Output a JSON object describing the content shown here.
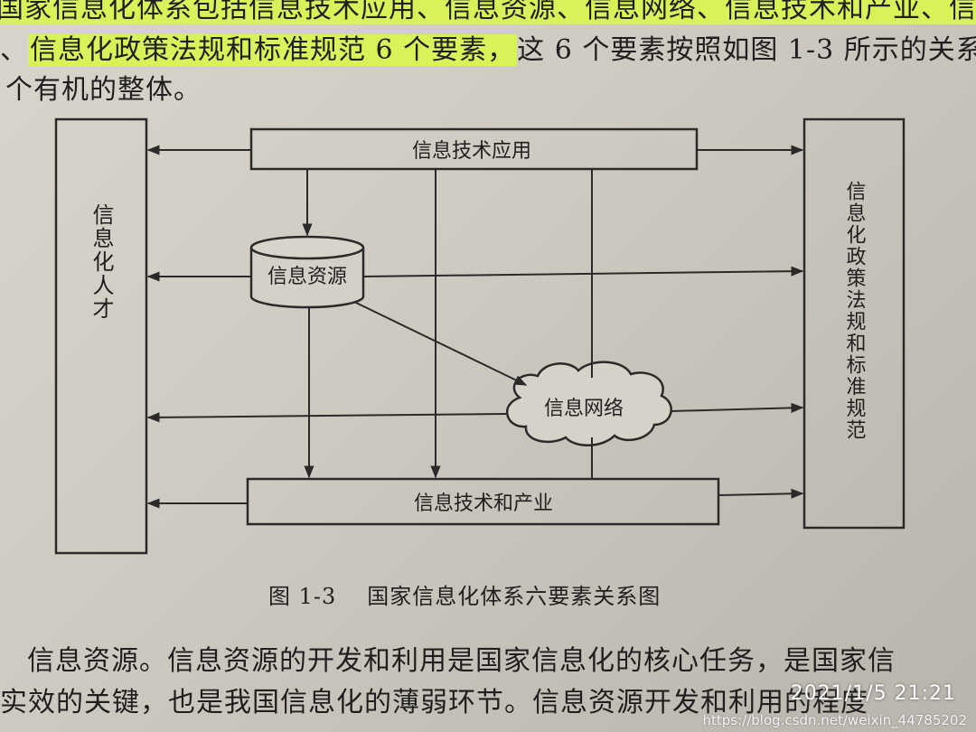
{
  "paragraph_top": {
    "line1": "国家信息化体系包括信息技术应用、信息资源、信息网络、信息技术和产业、信",
    "line2": {
      "pre": "、",
      "highlight": "信息化政策法规和标准规范 6 个要素，",
      "post": "这 6 个要素按照如图 1-3 所示的关系"
    },
    "line3": "个有机的整体。"
  },
  "diagram": {
    "left_box": "信息化人才",
    "right_box": "信息化政策法规和标准规范",
    "top_box": "信息技术应用",
    "resource": "信息资源",
    "network": "信息网络",
    "bottom_box": "信息技术和产业"
  },
  "caption": {
    "figure_no": "图 1-3",
    "title": "国家信息化体系六要素关系图"
  },
  "paragraph_bottom": {
    "line1": "信息资源。信息资源的开发和利用是国家信息化的核心任务，是国家信",
    "line2": "实效的关键，也是我国信息化的薄弱环节。信息资源开发和利用的程度"
  },
  "overlay": {
    "timestamp": "2021/1/5  21:21",
    "watermark": "https://blog.csdn.net/weixin_44785202"
  }
}
